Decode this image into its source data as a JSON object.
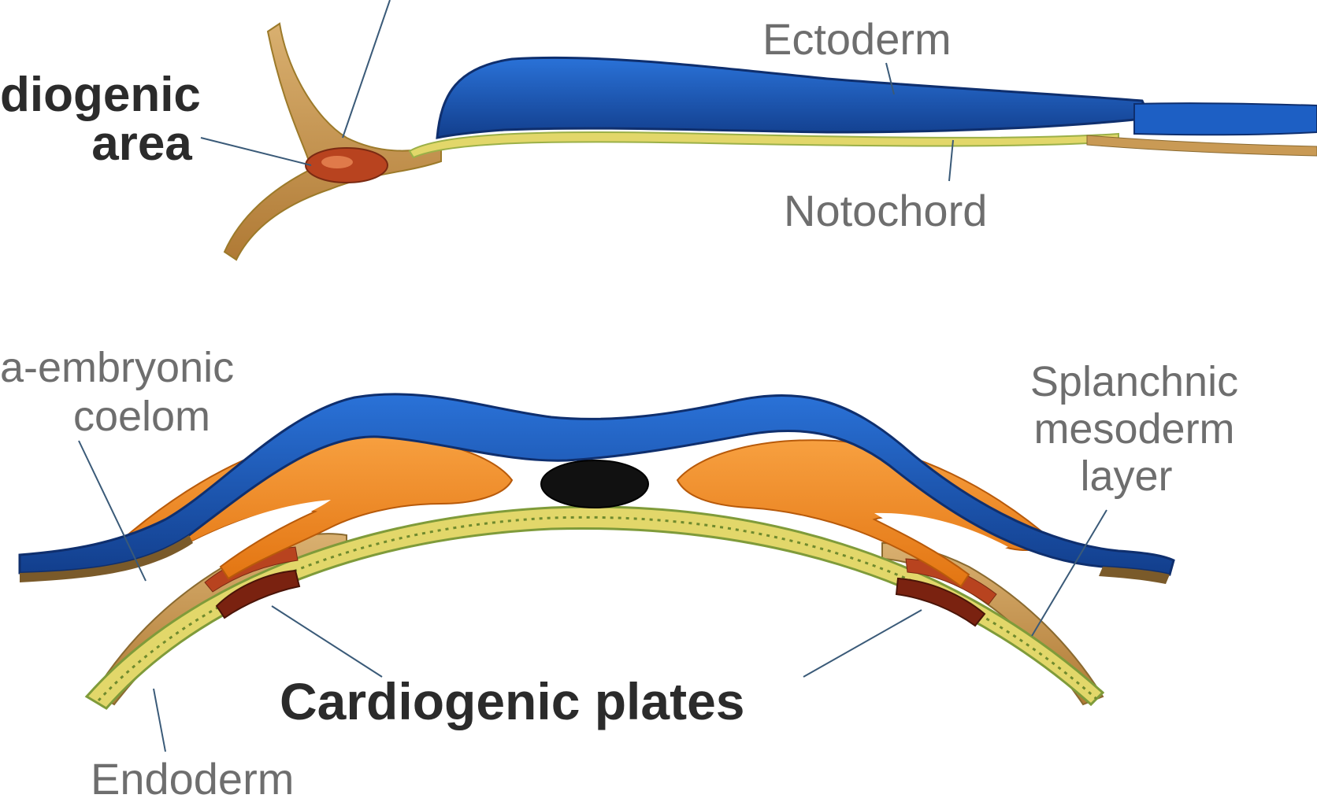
{
  "diagram": {
    "labels": {
      "cardiogenic_area": [
        "diogenic",
        "area"
      ],
      "ectoderm": "Ectoderm",
      "notochord": "Notochord",
      "intra_embryonic_coelom": [
        "a-embryonic",
        "coelom"
      ],
      "splanchnic_mesoderm": [
        "Splanchnic",
        "mesoderm",
        "layer"
      ],
      "cardiogenic_plates": "Cardiogenic plates",
      "endoderm": "Endoderm"
    },
    "colors": {
      "ectoderm_blue": "#1d5fc4",
      "ectoderm_dark": "#123e8c",
      "mesoderm_orange": "#f28a1e",
      "splanchnic_tan": "#c99a55",
      "endoderm_yellow": "#e2d76a",
      "endoderm_green": "#7f9b3a",
      "notochord_black": "#111111",
      "cardiogenic_red": "#b8431f",
      "label_gray": "#6e6e6e",
      "label_dark": "#2b2b2b"
    }
  }
}
